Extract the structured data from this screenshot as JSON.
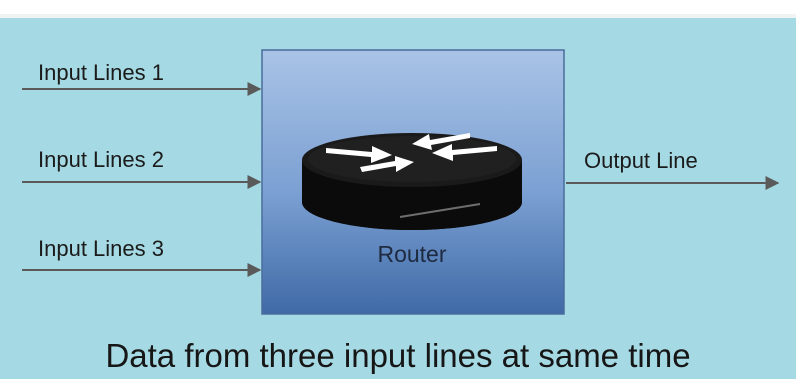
{
  "diagram": {
    "inputs": [
      {
        "label": "Input Lines 1"
      },
      {
        "label": "Input Lines 2"
      },
      {
        "label": "Input Lines 3"
      }
    ],
    "output": {
      "label": "Output Line"
    },
    "router": {
      "label": "Router",
      "icon": "router-icon"
    },
    "caption": "Data from three input lines at same time"
  },
  "colors": {
    "background": "#a5d9e3",
    "box_top": "#a9c3e6",
    "box_bottom": "#3f6aa6",
    "line": "#5a5a5a"
  }
}
